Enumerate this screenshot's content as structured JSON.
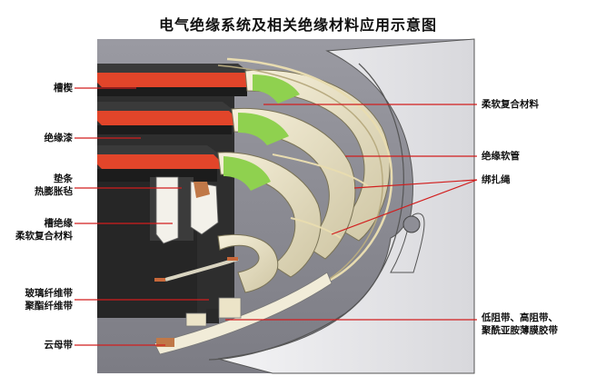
{
  "title": "电气绝缘系统及相关绝缘材料应用示意图",
  "labels": {
    "slot_wedge": "槽楔",
    "insulating_varnish": "绝缘漆",
    "spacer": "垫条",
    "thermal_expansion_felt": "热膨胀毡",
    "slot_insulation": "槽绝缘",
    "flexible_composite_left": "柔软复合材料",
    "glass_fiber_tape": "玻璃纤维带",
    "polyester_fiber_tape": "聚酯纤维带",
    "mica_tape": "云母带",
    "flexible_composite_right": "柔软复合材料",
    "insulating_sleeve": "绝缘软管",
    "binding_cord": "绑扎绳",
    "resistance_tapes": "低阻带、高阻带、",
    "polyimide_film_tape": "聚酰亚胺薄膜胶带"
  },
  "colors": {
    "background_panel": "#8e8e96",
    "core_dark": "#2a2a2a",
    "red_wedge": "#e2452a",
    "green_insulation": "#8fd14f",
    "cream_coil": "#ece4c8",
    "leader_line": "#d21e1e"
  }
}
